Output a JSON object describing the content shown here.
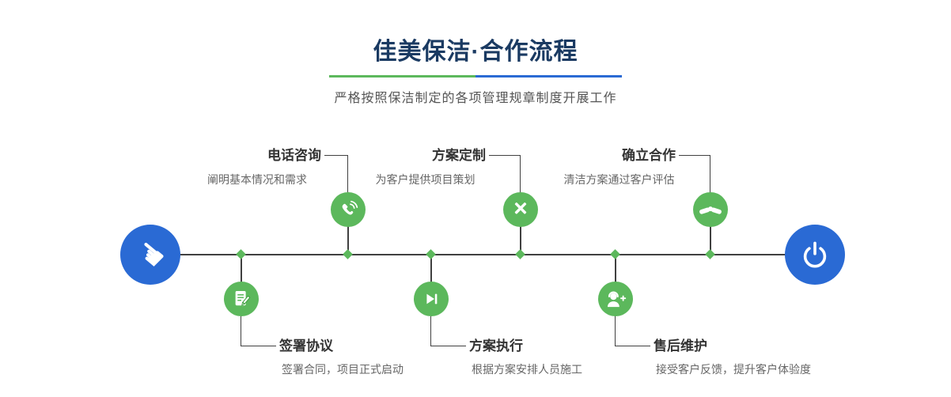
{
  "header": {
    "title": "佳美保洁·合作流程",
    "subtitle": "严格按照保洁制定的各项管理规章制度开展工作"
  },
  "steps_top": [
    {
      "title": "电话咨询",
      "desc": "阐明基本情况和需求",
      "icon": "phone-icon"
    },
    {
      "title": "方案定制",
      "desc": "为客户提供项目策划",
      "icon": "design-tools-icon"
    },
    {
      "title": "确立合作",
      "desc": "清洁方案通过客户评估",
      "icon": "handshake-icon"
    }
  ],
  "steps_bottom": [
    {
      "title": "签署协议",
      "desc": "签署合同，项目正式启动",
      "icon": "contract-sign-icon"
    },
    {
      "title": "方案执行",
      "desc": "根据方案安排人员施工",
      "icon": "play-execute-icon"
    },
    {
      "title": "售后维护",
      "desc": "接受客户反馈，提升客户体验度",
      "icon": "customer-service-icon"
    }
  ],
  "endpoints": {
    "start_icon": "hand-pointer-icon",
    "end_icon": "power-icon"
  },
  "colors": {
    "title_navy": "#1a3a62",
    "accent_green": "#5cb85c",
    "accent_blue": "#2a6ad4",
    "line": "#404040",
    "step_title": "#333333",
    "step_desc": "#666666"
  }
}
